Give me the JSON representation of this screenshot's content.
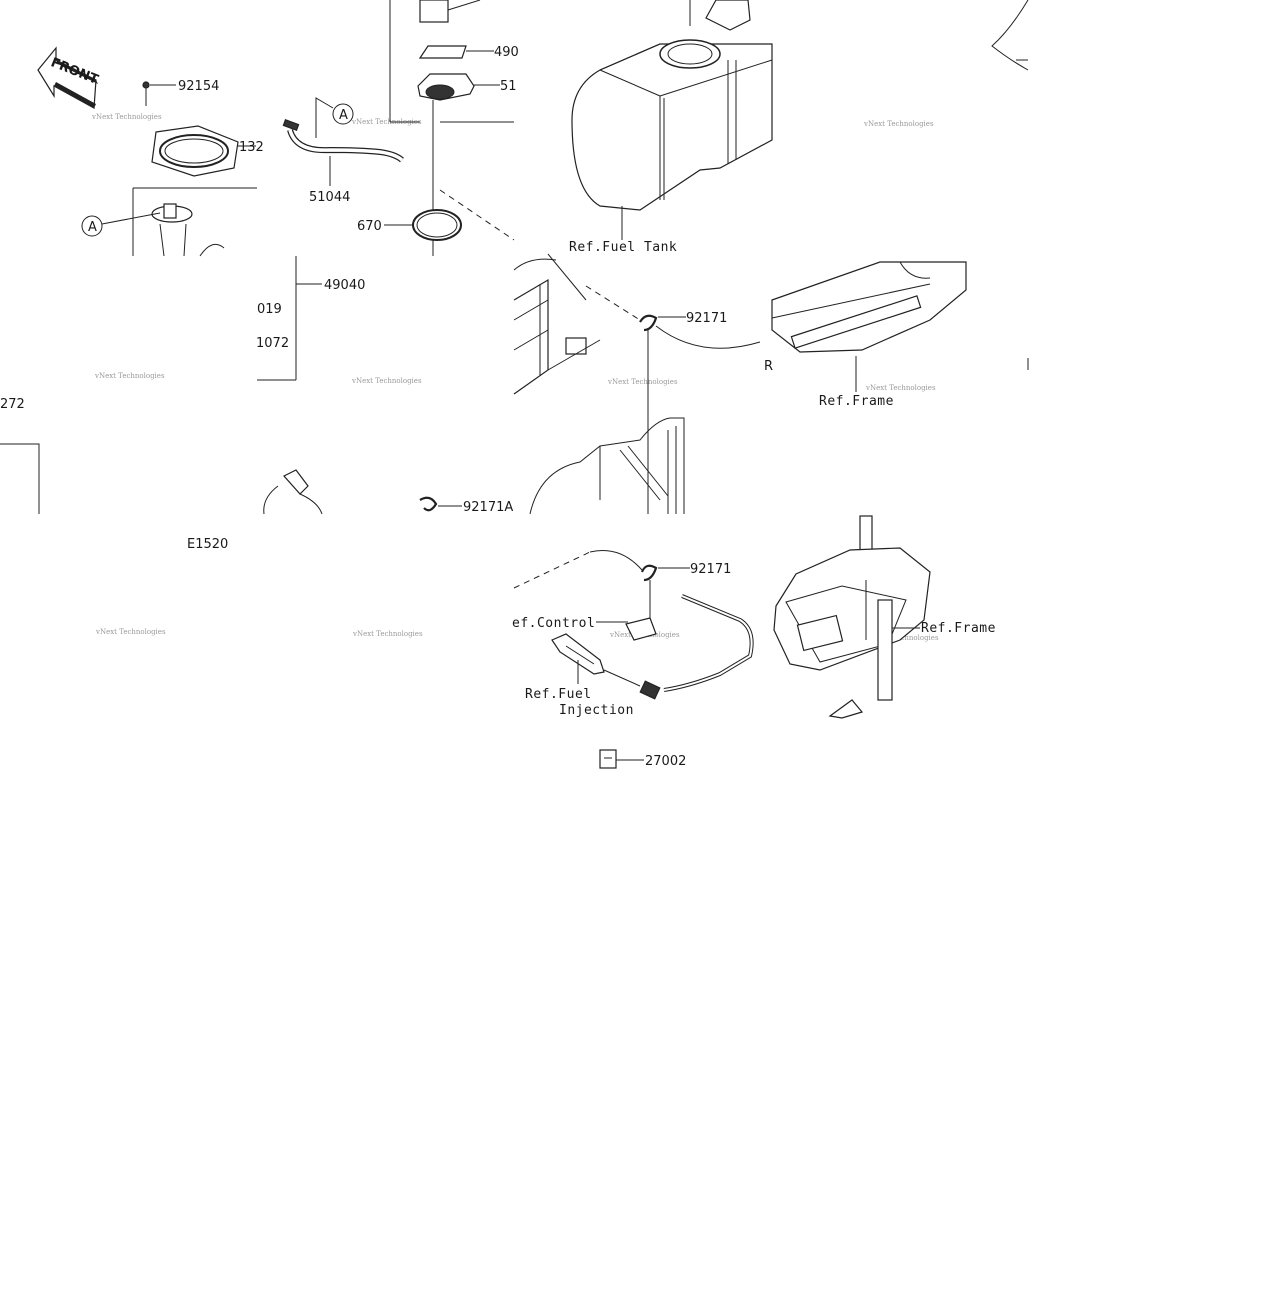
{
  "front_label": "FRONT",
  "callout_a": "A",
  "part_numbers": {
    "p92154": "92154",
    "p132": "132",
    "p490": "490",
    "p51": "51",
    "p51044": "51044",
    "p670": "670",
    "p49040": "49040",
    "p019": "019",
    "p1072": "1072",
    "p272": "272",
    "p92171_top": "92171",
    "p92171a": "92171A",
    "p92171_bottom": "92171",
    "p27002": "27002"
  },
  "refs": {
    "fuel_tank": "Ref.Fuel Tank",
    "frame_top": "Ref.Frame",
    "frame_bottom": "Ref.Frame",
    "control": "ef.Control",
    "fuel_injection_line1": "Ref.Fuel",
    "fuel_injection_line2": "Injection",
    "r_fragment": "R"
  },
  "figure_code": "E1520",
  "watermark": "vNext Technologies"
}
